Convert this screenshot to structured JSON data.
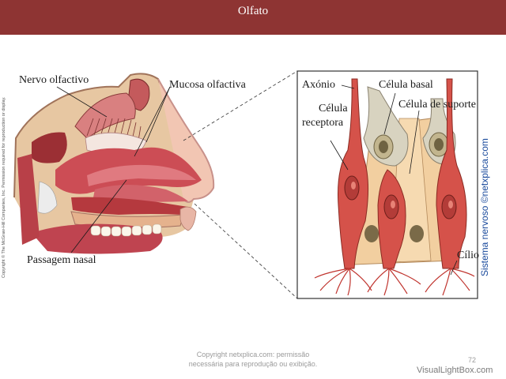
{
  "title": "Olfato",
  "labels": {
    "nervo_olfactivo": "Nervo olfactivo",
    "mucosa_olfactiva": "Mucosa olfactiva",
    "passagem_nasal": "Passagem nasal",
    "axonio": "Axónio",
    "celula_basal": "Célula basal",
    "celula_suporte": "Célula de suporte",
    "celula_receptora_1": "Célula",
    "celula_receptora_2": "receptora",
    "cilio": "Cílio"
  },
  "side_copyright": "Copyright © The McGraw-Hill Companies, Inc. Permission required for reproduction or display.",
  "side_brand": "Sistema nervoso ©netxplica.com",
  "footer": {
    "line1": "Copyright netxplica.com: permissão",
    "line2": "necessária para reprodução ou exibição.",
    "page": "72"
  },
  "watermark": "VisualLightBox.com"
}
